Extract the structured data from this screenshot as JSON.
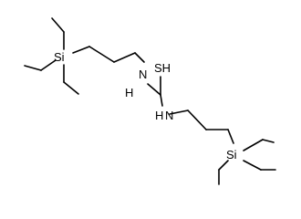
{
  "molecule": {
    "atoms": {
      "si_top": "Si",
      "nh_top": "N",
      "h_top": "H",
      "s_sh": "SH",
      "nh_bottom": "N",
      "h_bottom": "H",
      "si_bottom": "Si"
    }
  }
}
